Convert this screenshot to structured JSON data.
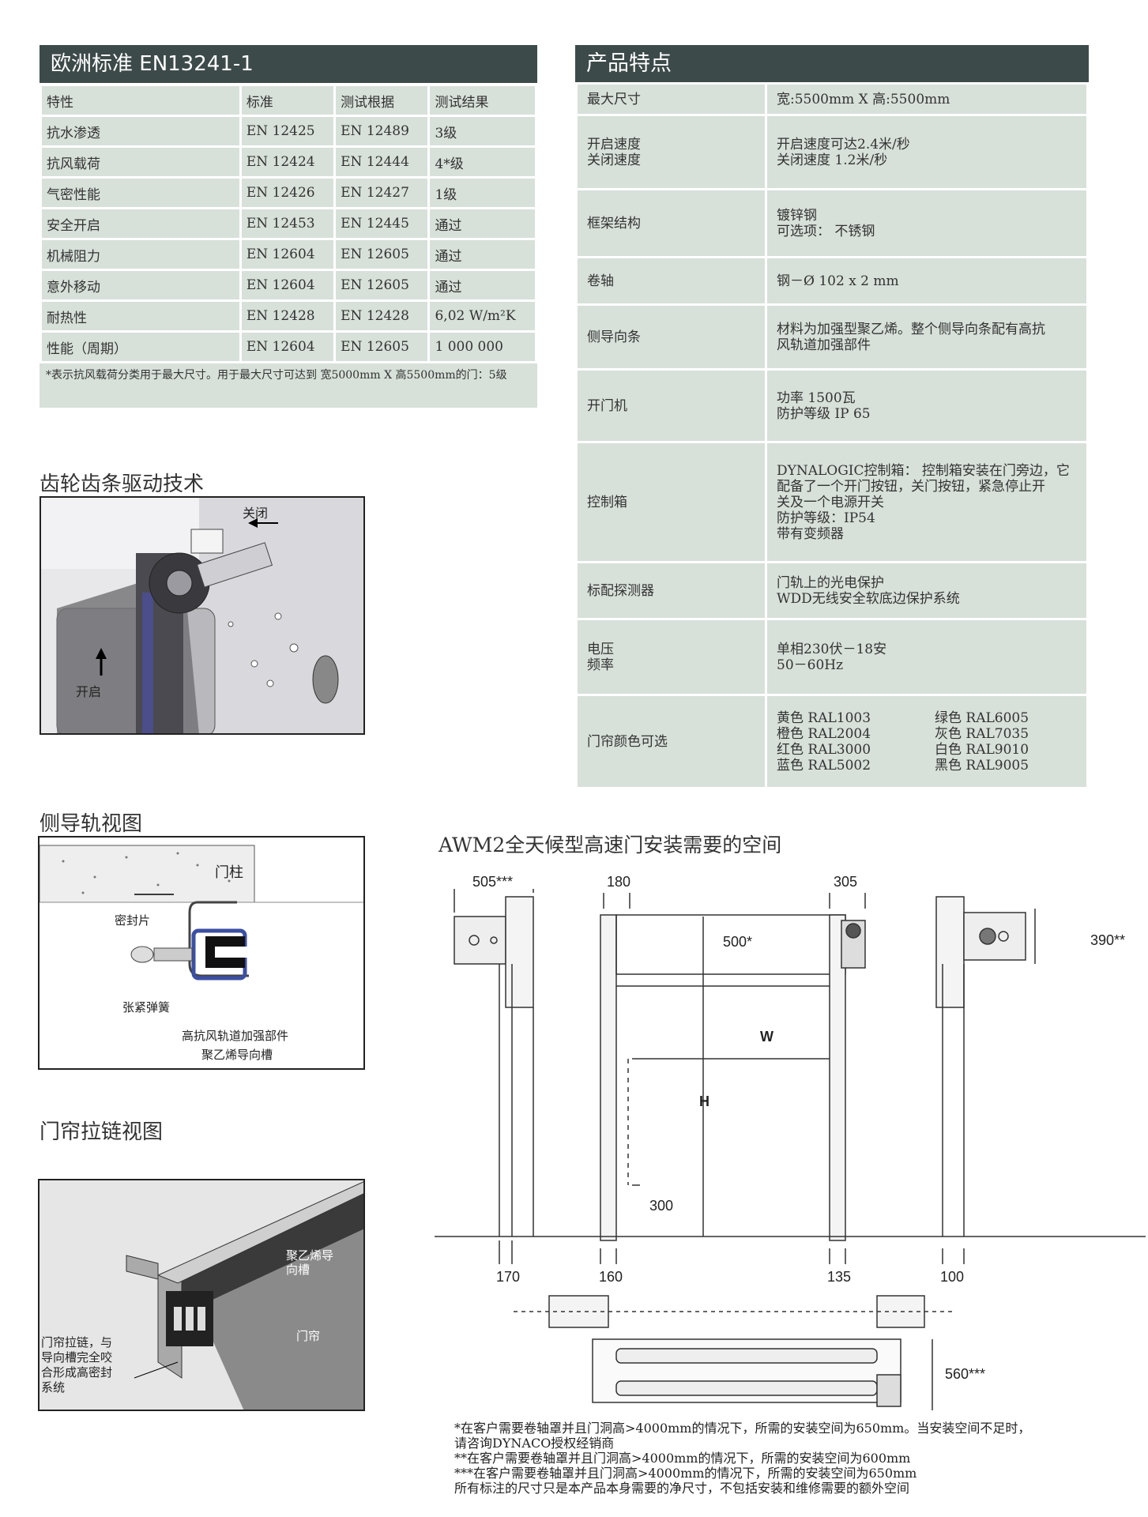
{
  "en_table": {
    "title": "欧洲标准 EN13241-1",
    "headers": [
      "特性",
      "标准",
      "测试根据",
      "测试结果"
    ],
    "rows": [
      [
        "抗水渗透",
        "EN 12425",
        "EN 12489",
        "3级"
      ],
      [
        "抗风载荷",
        "EN 12424",
        "EN 12444",
        "4*级"
      ],
      [
        "气密性能",
        "EN 12426",
        "EN 12427",
        "1级"
      ],
      [
        "安全开启",
        "EN 12453",
        "EN 12445",
        "通过"
      ],
      [
        "机械阻力",
        "EN 12604",
        "EN 12605",
        "通过"
      ],
      [
        "意外移动",
        "EN 12604",
        "EN 12605",
        "通过"
      ],
      [
        "耐热性",
        "EN 12428",
        "EN 12428",
        "6,02 W/m²K"
      ],
      [
        "性能（周期）",
        "EN 12604",
        "EN 12605",
        "1 000 000"
      ]
    ],
    "note": "*表示抗风载荷分类用于最大尺寸。用于最大尺寸可达到 宽5000mm X 高5500mm的门：5级"
  },
  "features": {
    "title": "产品特点",
    "rows": [
      {
        "key": "最大尺寸",
        "val": "宽:5500mm X 高:5500mm"
      },
      {
        "key": "开启速度\n关闭速度",
        "val": "开启速度可达2.4米/秒\n关闭速度 1.2米/秒"
      },
      {
        "key": "框架结构",
        "val": "镀锌钢\n可选项： 不锈钢"
      },
      {
        "key": "卷轴",
        "val": "钢－Ø 102 x 2 mm"
      },
      {
        "key": "侧导向条",
        "val": "材料为加强型聚乙烯。整个侧导向条配有高抗\n风轨道加强部件"
      },
      {
        "key": "开门机",
        "val": "功率 1500瓦\n防护等级 IP 65"
      },
      {
        "key": "控制箱",
        "val": "DYNALOGIC控制箱： 控制箱安装在门旁边，它\n配备了一个开门按钮，关门按钮，紧急停止开\n关及一个电源开关\n防护等级：IP54\n带有变频器"
      },
      {
        "key": "标配探测器",
        "val": "门轨上的光电保护\nWDD无线安全软底边保护系统"
      },
      {
        "key": "电压\n频率",
        "val": "单相230伏－18安\n50－60Hz"
      },
      {
        "key": "门帘颜色可选",
        "val": ""
      }
    ],
    "colors_left": "黄色 RAL1003\n橙色 RAL2004\n红色 RAL3000\n蓝色 RAL5002",
    "colors_right": "绿色 RAL6005\n灰色 RAL7035\n白色 RAL9010\n黑色 RAL9005"
  },
  "gear": {
    "title": "齿轮齿条驱动技术",
    "close_label": "关闭",
    "open_label": "开启"
  },
  "rail": {
    "title": "侧导轨视图",
    "pillar": "门柱",
    "seal": "密封片",
    "spring": "张紧弹簧",
    "reinforce": "高抗风轨道加强部件",
    "groove": "聚乙烯导向槽"
  },
  "zipper": {
    "title": "门帘拉链视图",
    "groove": "聚乙烯导\n向槽",
    "curtain": "门帘",
    "zip": "门帘拉链，与\n导向槽完全咬\n合形成高密封\n系统"
  },
  "install": {
    "title": "AWM2全天候型高速门安装需要的空间",
    "dims": {
      "d505": "505***",
      "d180": "180",
      "d305": "305",
      "d390": "390**",
      "d500": "500*",
      "W": "W",
      "H": "H",
      "d300": "300",
      "d170": "170",
      "d160": "160",
      "d135": "135",
      "d100": "100",
      "d560": "560***"
    },
    "footnotes": [
      "*在客户需要卷轴罩并且门洞高>4000mm的情况下，所需的安装空间为650mm。当安装空间不足时，",
      "请咨询DYNACO授权经销商",
      "**在客户需要卷轴罩并且门洞高>4000mm的情况下，所需的安装空间为600mm",
      "***在客户需要卷轴罩并且门洞高>4000mm的情况下，所需的安装空间为650mm",
      "所有标注的尺寸只是本产品本身需要的净尺寸，不包括安装和维修需要的额外空间"
    ]
  }
}
